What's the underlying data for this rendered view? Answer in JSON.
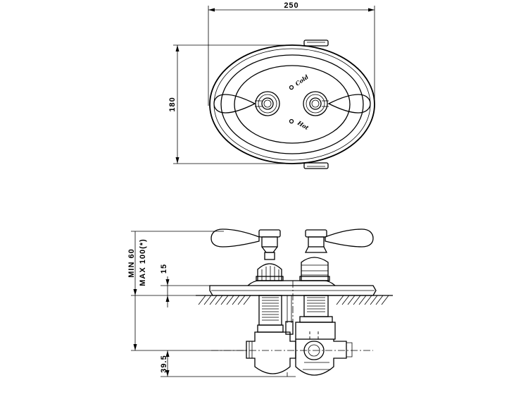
{
  "dimensions": {
    "width": "250",
    "height": "180",
    "wall_depth": "15",
    "recess_range_min": "MIN 60",
    "recess_range_max": "MAX 100(*)",
    "pipe_offset": "39.5"
  },
  "faceplate": {
    "cold_label": "Cold",
    "hot_label": "Hot"
  }
}
